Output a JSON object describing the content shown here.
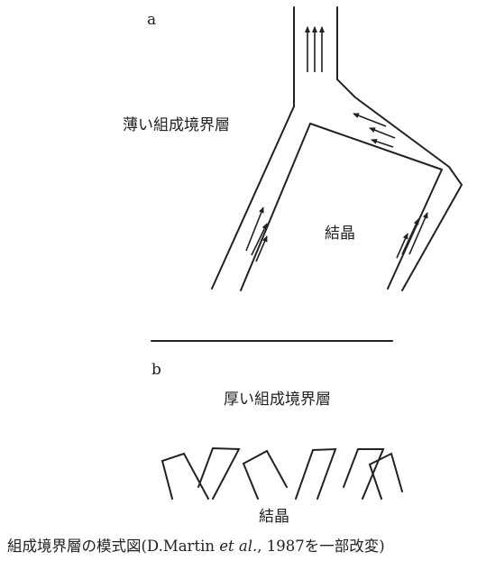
{
  "panel_a": {
    "letter": "a",
    "thin_layer_label": "薄い組成境界層",
    "crystal_label": "結晶"
  },
  "panel_b": {
    "letter": "b",
    "thick_layer_label": "厚い組成境界層",
    "crystal_label": "結晶"
  },
  "caption": {
    "prefix": "組成境界層の模式図(D.Martin ",
    "italic": "et al.",
    "suffix": ", 1987を一部改変)"
  }
}
